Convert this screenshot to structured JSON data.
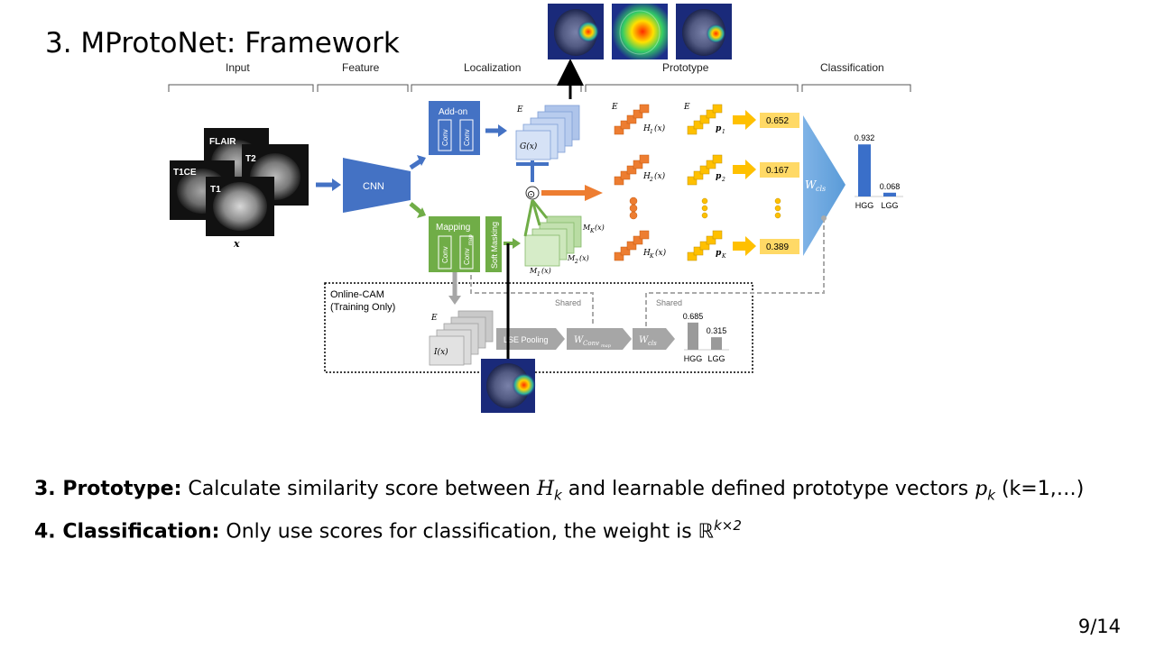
{
  "slide": {
    "title": "3. MProtoNet: Framework",
    "page_number": "9/14"
  },
  "stages": [
    "Input",
    "Feature",
    "Localization",
    "Prototype",
    "Classification"
  ],
  "inputs": {
    "modalities": [
      "FLAIR",
      "T2",
      "T1CE",
      "T1"
    ],
    "symbol": "x"
  },
  "blocks": {
    "cnn": "CNN",
    "addon": "Add-on",
    "conv": "Conv",
    "mapping": "Mapping",
    "conv_map": "Conv",
    "conv_map_sub": "map",
    "soft_masking": "Soft Masking",
    "lse_pooling": "LSE Pooling",
    "w_conv_map": "W",
    "w_conv_map_sub": "Conv",
    "w_conv_map_subsub": "map",
    "w_cls": "W",
    "w_cls_sub": "cls"
  },
  "symbols": {
    "E": "E",
    "G": "G(x)",
    "M1": "M",
    "M2": "M",
    "MK": "M",
    "Ix": "I(x)",
    "odot": "⊙",
    "H1": "H",
    "H2": "H",
    "HK": "H",
    "p1": "p",
    "p2": "p",
    "pK": "p",
    "arg": "(x)"
  },
  "prototype_scores": [
    "0.652",
    "0.167",
    "0.389"
  ],
  "online_cam": {
    "title": "Online-CAM",
    "subtitle": "(Training Only)",
    "shared_label": "Shared"
  },
  "chart_data": [
    {
      "type": "bar",
      "title": "",
      "categories": [
        "HGG",
        "LGG"
      ],
      "values": [
        0.932,
        0.068
      ],
      "ylim": [
        0,
        1
      ],
      "color": "#3a6fc9"
    },
    {
      "type": "bar",
      "title": "",
      "categories": [
        "HGG",
        "LGG"
      ],
      "values": [
        0.685,
        0.315
      ],
      "ylim": [
        0,
        1
      ],
      "color": "#9a9a9a"
    }
  ],
  "bullets": [
    {
      "head": "3. Prototype:",
      "text_a": " Calculate similarity score between ",
      "math_a": "H",
      "math_a_sub": "k",
      "text_b": " and learnable defined prototype vectors ",
      "math_b": "p",
      "math_b_sub": "k",
      "text_c": " (k=1,…)"
    },
    {
      "head": "4. Classification:",
      "text_a": " Only use scores for classification, the weight is ",
      "math_a": "ℝ",
      "math_a_sup": "k×2"
    }
  ],
  "colors": {
    "blue": "#4472c4",
    "green": "#70ad47",
    "orange": "#ed7d31",
    "yellow": "#ffc000",
    "light_blue": "#9dc3e6",
    "score_fill": "#ffd966"
  }
}
